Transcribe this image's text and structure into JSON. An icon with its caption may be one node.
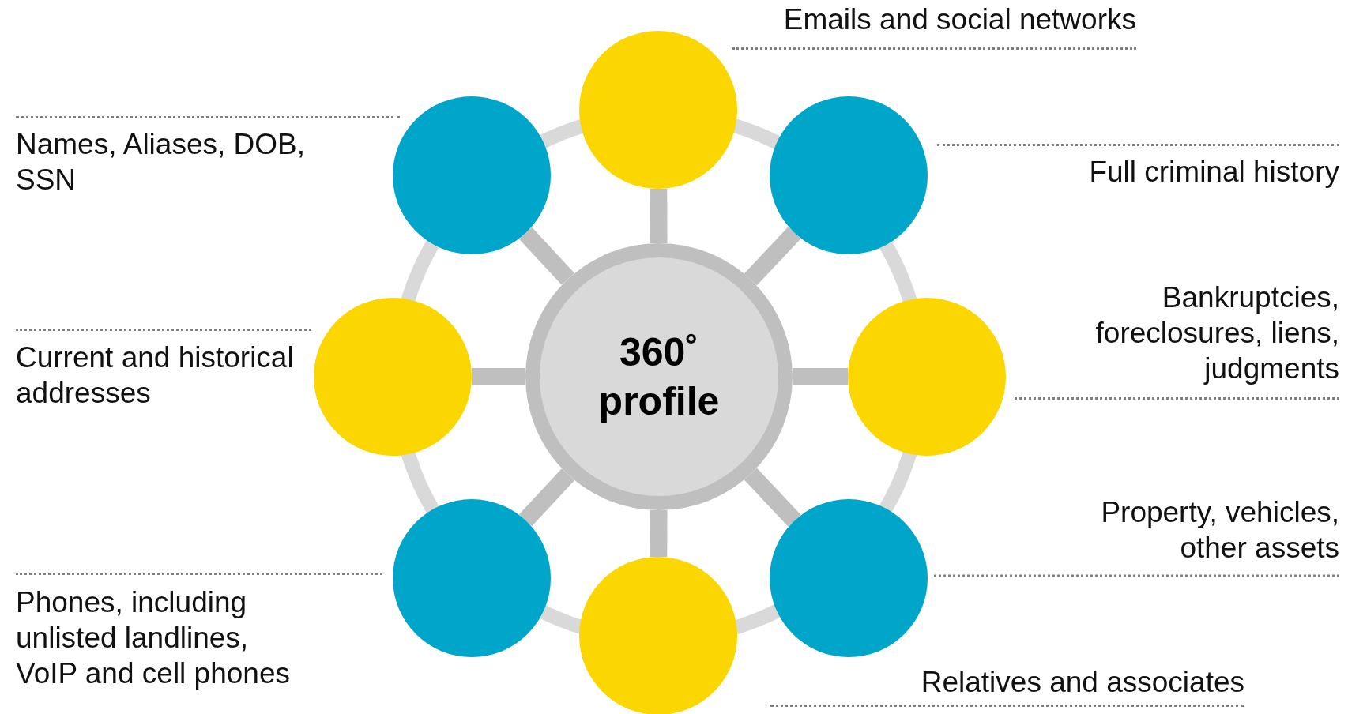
{
  "diagram": {
    "nodes": [
      {
        "text": [
          "360˚ profile"
        ]
      },
      {
        "text": [],
        "shape": "circle",
        "beside": [
          "Emails and social networks"
        ]
      },
      {
        "text": [],
        "shape": "circle"
      },
      {
        "text": [],
        "shape": "circle"
      },
      {
        "text": [],
        "shape": "circle"
      },
      {
        "text": [],
        "shape": "circle"
      },
      {
        "text": [],
        "shape": "circle"
      },
      {
        "text": [],
        "shape": "circle",
        "beside": [
          "Current and historical addresses"
        ]
      },
      {
        "text": [],
        "shape": "circle",
        "beside": [
          "Names, Aliases, DOB, SSN"
        ]
      },
      {
        "text": [
          "Property, vehicles, other assets"
        ]
      }
    ],
    "edges": [
      {
        "from": 0,
        "to": 1,
        "arrow": "none"
      },
      {
        "from": 0,
        "to": 2,
        "arrow": "none"
      },
      {
        "from": 0,
        "to": 3,
        "arrow": "none"
      },
      {
        "from": 0,
        "to": 4,
        "arrow": "none"
      },
      {
        "from": 0,
        "to": 5,
        "arrow": "none"
      },
      {
        "from": 0,
        "to": 6,
        "arrow": "none"
      },
      {
        "from": 0,
        "to": 7,
        "arrow": "none"
      },
      {
        "from": 0,
        "to": 8,
        "arrow": "none"
      },
      {
        "from": 4,
        "to": 9,
        "arrow": "none",
        "style": "dashed",
        "color": "#7f7f7f"
      }
    ],
    "labels": [
      "Full criminal history",
      "Bankruptcies, foreclosures, liens, judgments",
      "Phones, including unlisted landlines, VoIP and cell phones",
      "Relatives and associates"
    ]
  }
}
